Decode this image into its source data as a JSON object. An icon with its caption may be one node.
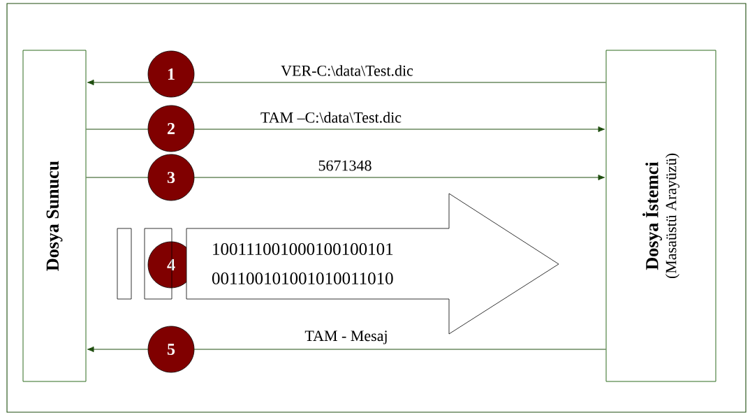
{
  "diagram": {
    "nodes": [
      {
        "text": [
          "Dosya Sunucu"
        ]
      },
      {
        "text": [
          "Dosya İstemci",
          "(Masaüstü Arayüzü)"
        ]
      },
      {
        "text": [
          "1"
        ]
      },
      {
        "text": [
          "2"
        ]
      },
      {
        "text": [
          "3"
        ]
      },
      {
        "text": [
          "4"
        ]
      },
      {
        "text": [
          "5"
        ]
      },
      {
        "text": [
          "100111001000100100101",
          "001100101001010011010"
        ]
      }
    ],
    "edges": [
      {
        "from": 1,
        "to": 2,
        "arrow": "none",
        "label": "VER-C:\\data\\Test.dic"
      },
      {
        "from": 2,
        "to": 0,
        "arrow": "to"
      },
      {
        "from": 0,
        "to": 3,
        "arrow": "none"
      },
      {
        "from": 3,
        "to": 1,
        "arrow": "to",
        "label": "TAM –C:\\data\\Test.dic"
      },
      {
        "from": 0,
        "to": 4,
        "arrow": "none"
      },
      {
        "from": 4,
        "to": 1,
        "arrow": "to",
        "label": "5671348"
      },
      {
        "from": 1,
        "to": 6,
        "arrow": "none",
        "label": "TAM - Mesaj"
      },
      {
        "from": 6,
        "to": 0,
        "arrow": "to"
      }
    ]
  }
}
